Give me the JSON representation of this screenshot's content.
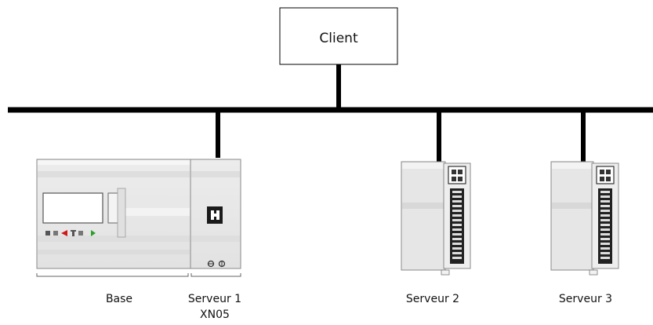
{
  "client": {
    "label": "Client"
  },
  "devices": {
    "base_label": "Base",
    "server1_label": "Serveur 1",
    "server1_sublabel": "XN05",
    "server2_label": "Serveur 2",
    "server3_label": "Serveur 3"
  },
  "colors": {
    "bus": "#000000",
    "device_body": "#e9e9e9",
    "device_outline": "#7a7a7a",
    "accent_red": "#d01818",
    "accent_green": "#2aa02a"
  }
}
